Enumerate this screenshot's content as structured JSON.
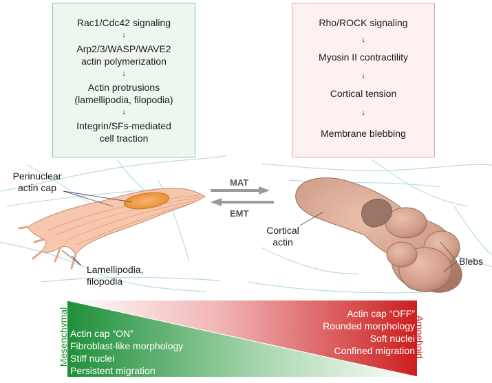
{
  "green_box": {
    "steps": [
      "Rac1/Cdc42 signaling",
      "Arp2/3/WASP/WAVE2",
      "actin polymerization",
      "Actin protrusions",
      "(lamellipodia, filopodia)",
      "Integrin/SFs-mediated",
      "cell traction"
    ],
    "arrow": "↓"
  },
  "red_box": {
    "steps": [
      "Rho/ROCK signaling",
      "Myosin II contractility",
      "Cortical tension",
      "Membrane blebbing"
    ],
    "arrow": "↓"
  },
  "labels": {
    "perinuclear_1": "Perinuclear",
    "perinuclear_2": "actin cap",
    "mat": "MAT",
    "emt": "EMT",
    "cortical_1": "Cortical",
    "cortical_2": "actin",
    "lamellipodia_1": "Lamellipodia,",
    "lamellipodia_2": "filopodia",
    "blebs": "Blebs"
  },
  "gradient": {
    "left_side_label": "Mesenchymal",
    "right_side_label": "Amoeboid",
    "left_items": [
      "Actin cap “ON”",
      "Fibroblast-like morphology",
      "Stiff nuclei",
      "Persistent migration"
    ],
    "right_items": [
      "Actin cap “OFF”",
      "Rounded morphology",
      "Soft nuclei",
      "Confined migration"
    ],
    "colors": {
      "mesenchymal": "#1f8f3a",
      "amoeboid": "#cc2222"
    }
  }
}
